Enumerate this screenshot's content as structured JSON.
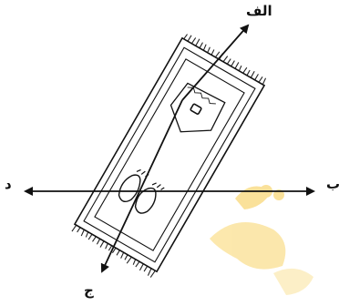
{
  "labels": {
    "top": "الف",
    "right": "ب",
    "bottom": "ج",
    "left": "د"
  },
  "colors": {
    "ink": "#111111",
    "watermark": "#f7c948",
    "background": "#ffffff"
  },
  "icons": {
    "rug": "prayer-rug-icon",
    "footprints": "footprints-icon",
    "watermark": "logo-watermark"
  }
}
